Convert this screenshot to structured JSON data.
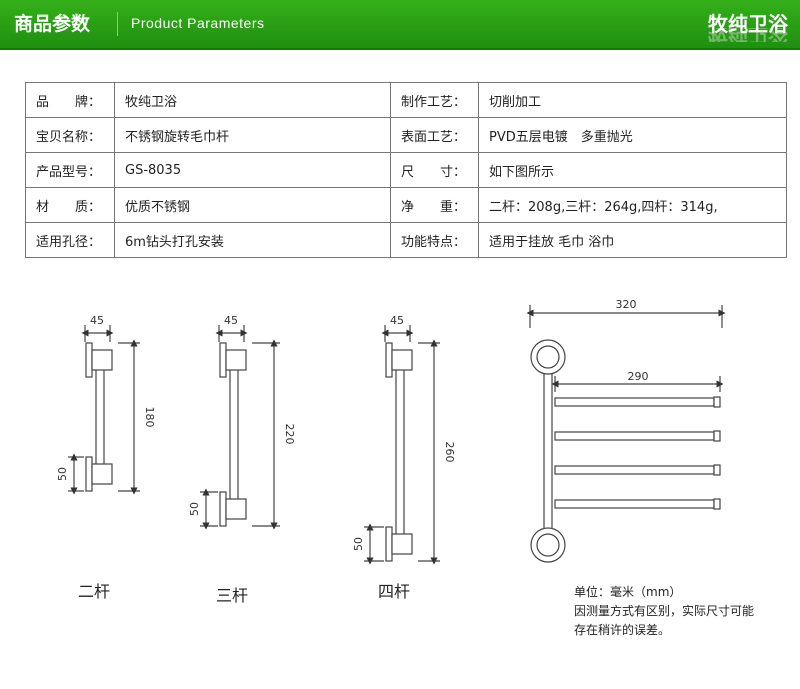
{
  "banner": {
    "title_cn": "商品参数",
    "title_en": "Product Parameters",
    "brand": "牧纯卫浴"
  },
  "params": [
    {
      "label1": "品　　牌：",
      "value1": "牧纯卫浴",
      "label2": "制作工艺：",
      "value2": "切削加工"
    },
    {
      "label1": "宝贝名称：",
      "value1": "不锈钢旋转毛巾杆",
      "label2": "表面工艺：",
      "value2": "PVD五层电镀　多重抛光"
    },
    {
      "label1": "产品型号：",
      "value1": "GS-8035",
      "label2": "尺　　寸：",
      "value2": "如下图所示"
    },
    {
      "label1": "材　　质：",
      "value1": "优质不锈钢",
      "label2": "净　　重：",
      "value2": "二杆：208g,三杆：264g,四杆：314g,"
    },
    {
      "label1": "适用孔径：",
      "value1": "6m钻头打孔安装",
      "label2": "功能特点：",
      "value2": "适用于挂放 毛巾 浴巾"
    }
  ],
  "drawings": {
    "two_bar": {
      "caption": "二杆",
      "width": "45",
      "height": "180",
      "base": "50"
    },
    "three_bar": {
      "caption": "三杆",
      "width": "45",
      "height": "220",
      "base": "50"
    },
    "four_bar": {
      "caption": "四杆",
      "width": "45",
      "height": "260",
      "base": "50"
    },
    "top_view": {
      "total_width": "320",
      "bar_length": "290"
    }
  },
  "notes": {
    "unit": "单位：毫米（mm）",
    "line1": "因测量方式有区别，实际尺寸可能",
    "line2": "存在稍许的误差。"
  }
}
